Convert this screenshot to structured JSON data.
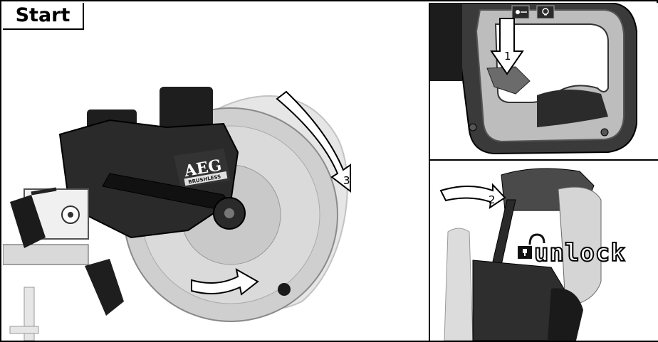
{
  "main_panel": {
    "start_label": "Start",
    "brand_logo": "AEG",
    "brand_sub": "BRUSHLESS",
    "rotation_arrow_step": "3"
  },
  "top_right_panel": {
    "press_arrow_step": "1",
    "icons": [
      "laser-icon",
      "light-icon"
    ]
  },
  "bottom_right_panel": {
    "pull_arrow_step": "2",
    "unlock_label": "unlock",
    "icons": [
      "padlock-icon"
    ]
  }
}
